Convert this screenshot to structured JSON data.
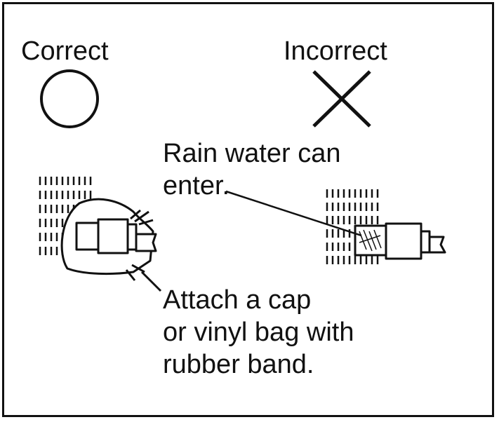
{
  "labels": {
    "correct": "Correct",
    "incorrect": "Incorrect"
  },
  "notes": {
    "rain_water": [
      "Rain water can",
      "enter."
    ],
    "attach_cap": [
      "Attach a cap",
      "or vinyl bag with",
      "rubber band."
    ]
  },
  "symbols": {
    "correct": "circle-icon",
    "incorrect": "cross-icon"
  },
  "colors": {
    "ink": "#111111",
    "background": "#ffffff"
  }
}
